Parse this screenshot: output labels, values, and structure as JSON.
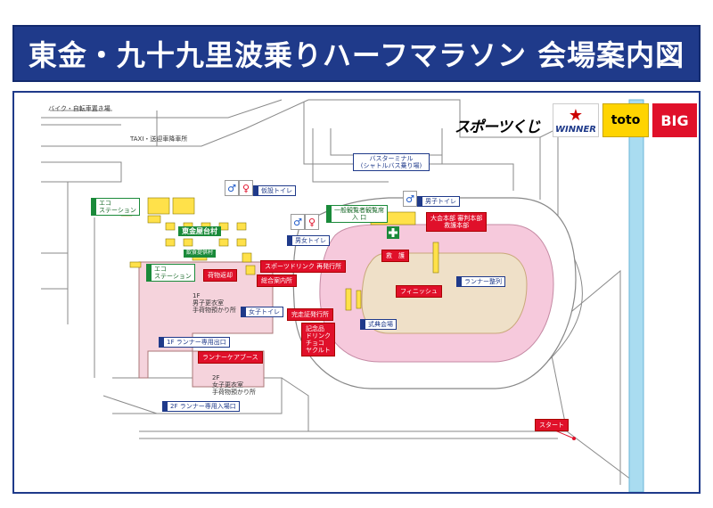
{
  "title": "東金・九十九里波乗りハーフマラソン 会場案内図",
  "sponsors": {
    "sports_kuji": "スポーツくじ",
    "winner": "WINNER",
    "toto": "toto",
    "big": "BIG"
  },
  "labels": {
    "bike_parking": "バイク・自転車置き場",
    "taxi": "TAXI・送迎車降車所",
    "bus_terminal": "バスターミナル\n(シャトルバス乗り場)",
    "eco_station_1": "エコ\nステーション",
    "eco_station_2": "エコ\nステーション",
    "temp_toilet": "仮設トイレ",
    "tougane_food": "東金屋台村",
    "luggage_return": "荷物返却",
    "sports_drink": "スポーツドリンク 再発行所",
    "general_info": "総合案内所",
    "gym_1f": "1F\n男子更衣室\n手荷物預かり所",
    "women_toilet": "女子トイレ",
    "runner_exit": "1F ランナー専用出口",
    "runner_care": "ランナーケアブース",
    "gym_2f": "2F\n女子更衣室\n手荷物預かり所",
    "runner_entrance": "2F ランナー専用入場口",
    "mens_toilet": "男子トイレ",
    "unisex_toilet": "男女トイレ",
    "spectator_entrance": "一般観覧者観覧席\n入 口",
    "hq": "大会本部 審判本部\n救護本部",
    "first_aid": "救　護",
    "finish": "フィニッシュ",
    "runner_line": "ランナー整列",
    "record_issue": "完走証発行所",
    "refreshment": "記念品\nドリンク\nチョコ\nヤクルト",
    "ceremony": "式典会場",
    "start": "スタート",
    "food_row": "飲食提供村"
  },
  "colors": {
    "title_bg": "#1f3a8a",
    "label_red": "#e0102a",
    "track_pink": "#f6c9dc",
    "field": "#efe0c8",
    "water": "#a9dcf0",
    "building_pink": "#f5d3dc"
  }
}
